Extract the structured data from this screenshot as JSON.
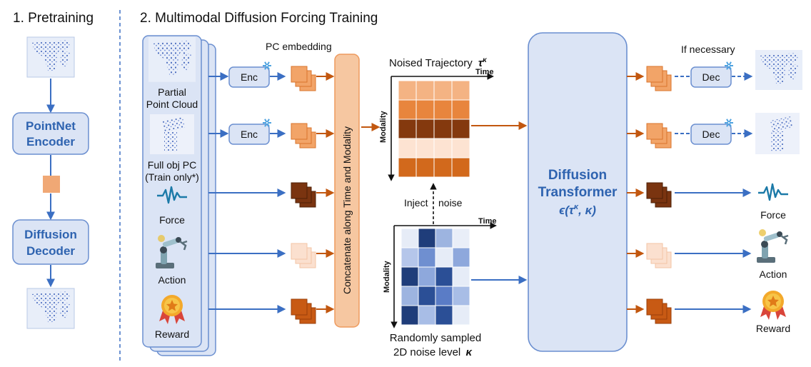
{
  "section1": {
    "title": "1. Pretraining",
    "encoder_line1": "PointNet",
    "encoder_line2": "Encoder",
    "decoder_line1": "Diffusion",
    "decoder_line2": "Decoder"
  },
  "section2": {
    "title": "2. Multimodal Diffusion Forcing Training",
    "pc_embedding": "PC embedding",
    "enc_label": "Enc",
    "dec_label": "Dec",
    "inputs": {
      "partial_line1": "Partial",
      "partial_line2": "Point Cloud",
      "full_line1": "Full obj PC",
      "full_line2": "(Train only*)",
      "force": "Force",
      "action": "Action",
      "reward": "Reward"
    },
    "concat_label": "Concatenate along Time and Modality",
    "noised_traj": "Noised Trajectory",
    "noised_traj_symbol": "τ",
    "noised_traj_sup": "κ",
    "time_axis": "Time",
    "modality_axis": "Modality",
    "inject": "Inject",
    "noise": "noise",
    "noise_caption_line1": "Randomly sampled",
    "noise_caption_line2": "2D noise level",
    "noise_symbol": "κ",
    "transformer_line1": "Diffusion",
    "transformer_line2": "Transformer",
    "transformer_formula": "ϵ(τ",
    "transformer_formula_sup": "κ",
    "transformer_formula_end": ", κ)",
    "if_necessary": "If necessary",
    "outputs": {
      "force": "Force",
      "action": "Action",
      "reward": "Reward"
    }
  },
  "colors": {
    "block_fill": "#dbe4f5",
    "block_stroke": "#6b8fd0",
    "block_text": "#2e63b0",
    "arrow_blue": "#3b6fc3",
    "arrow_orange": "#c2570f",
    "pc_fill": "#f2a468",
    "force_fill": "#7a3410",
    "action_fill": "#fbe0cf",
    "reward_fill": "#c85a14",
    "concat_fill": "#f6c7a1",
    "latent_square": "#f0a875"
  },
  "icons": [
    "point-cloud-icon",
    "snowflake-icon",
    "force-wave-icon",
    "robot-arm-icon",
    "reward-medal-icon"
  ]
}
